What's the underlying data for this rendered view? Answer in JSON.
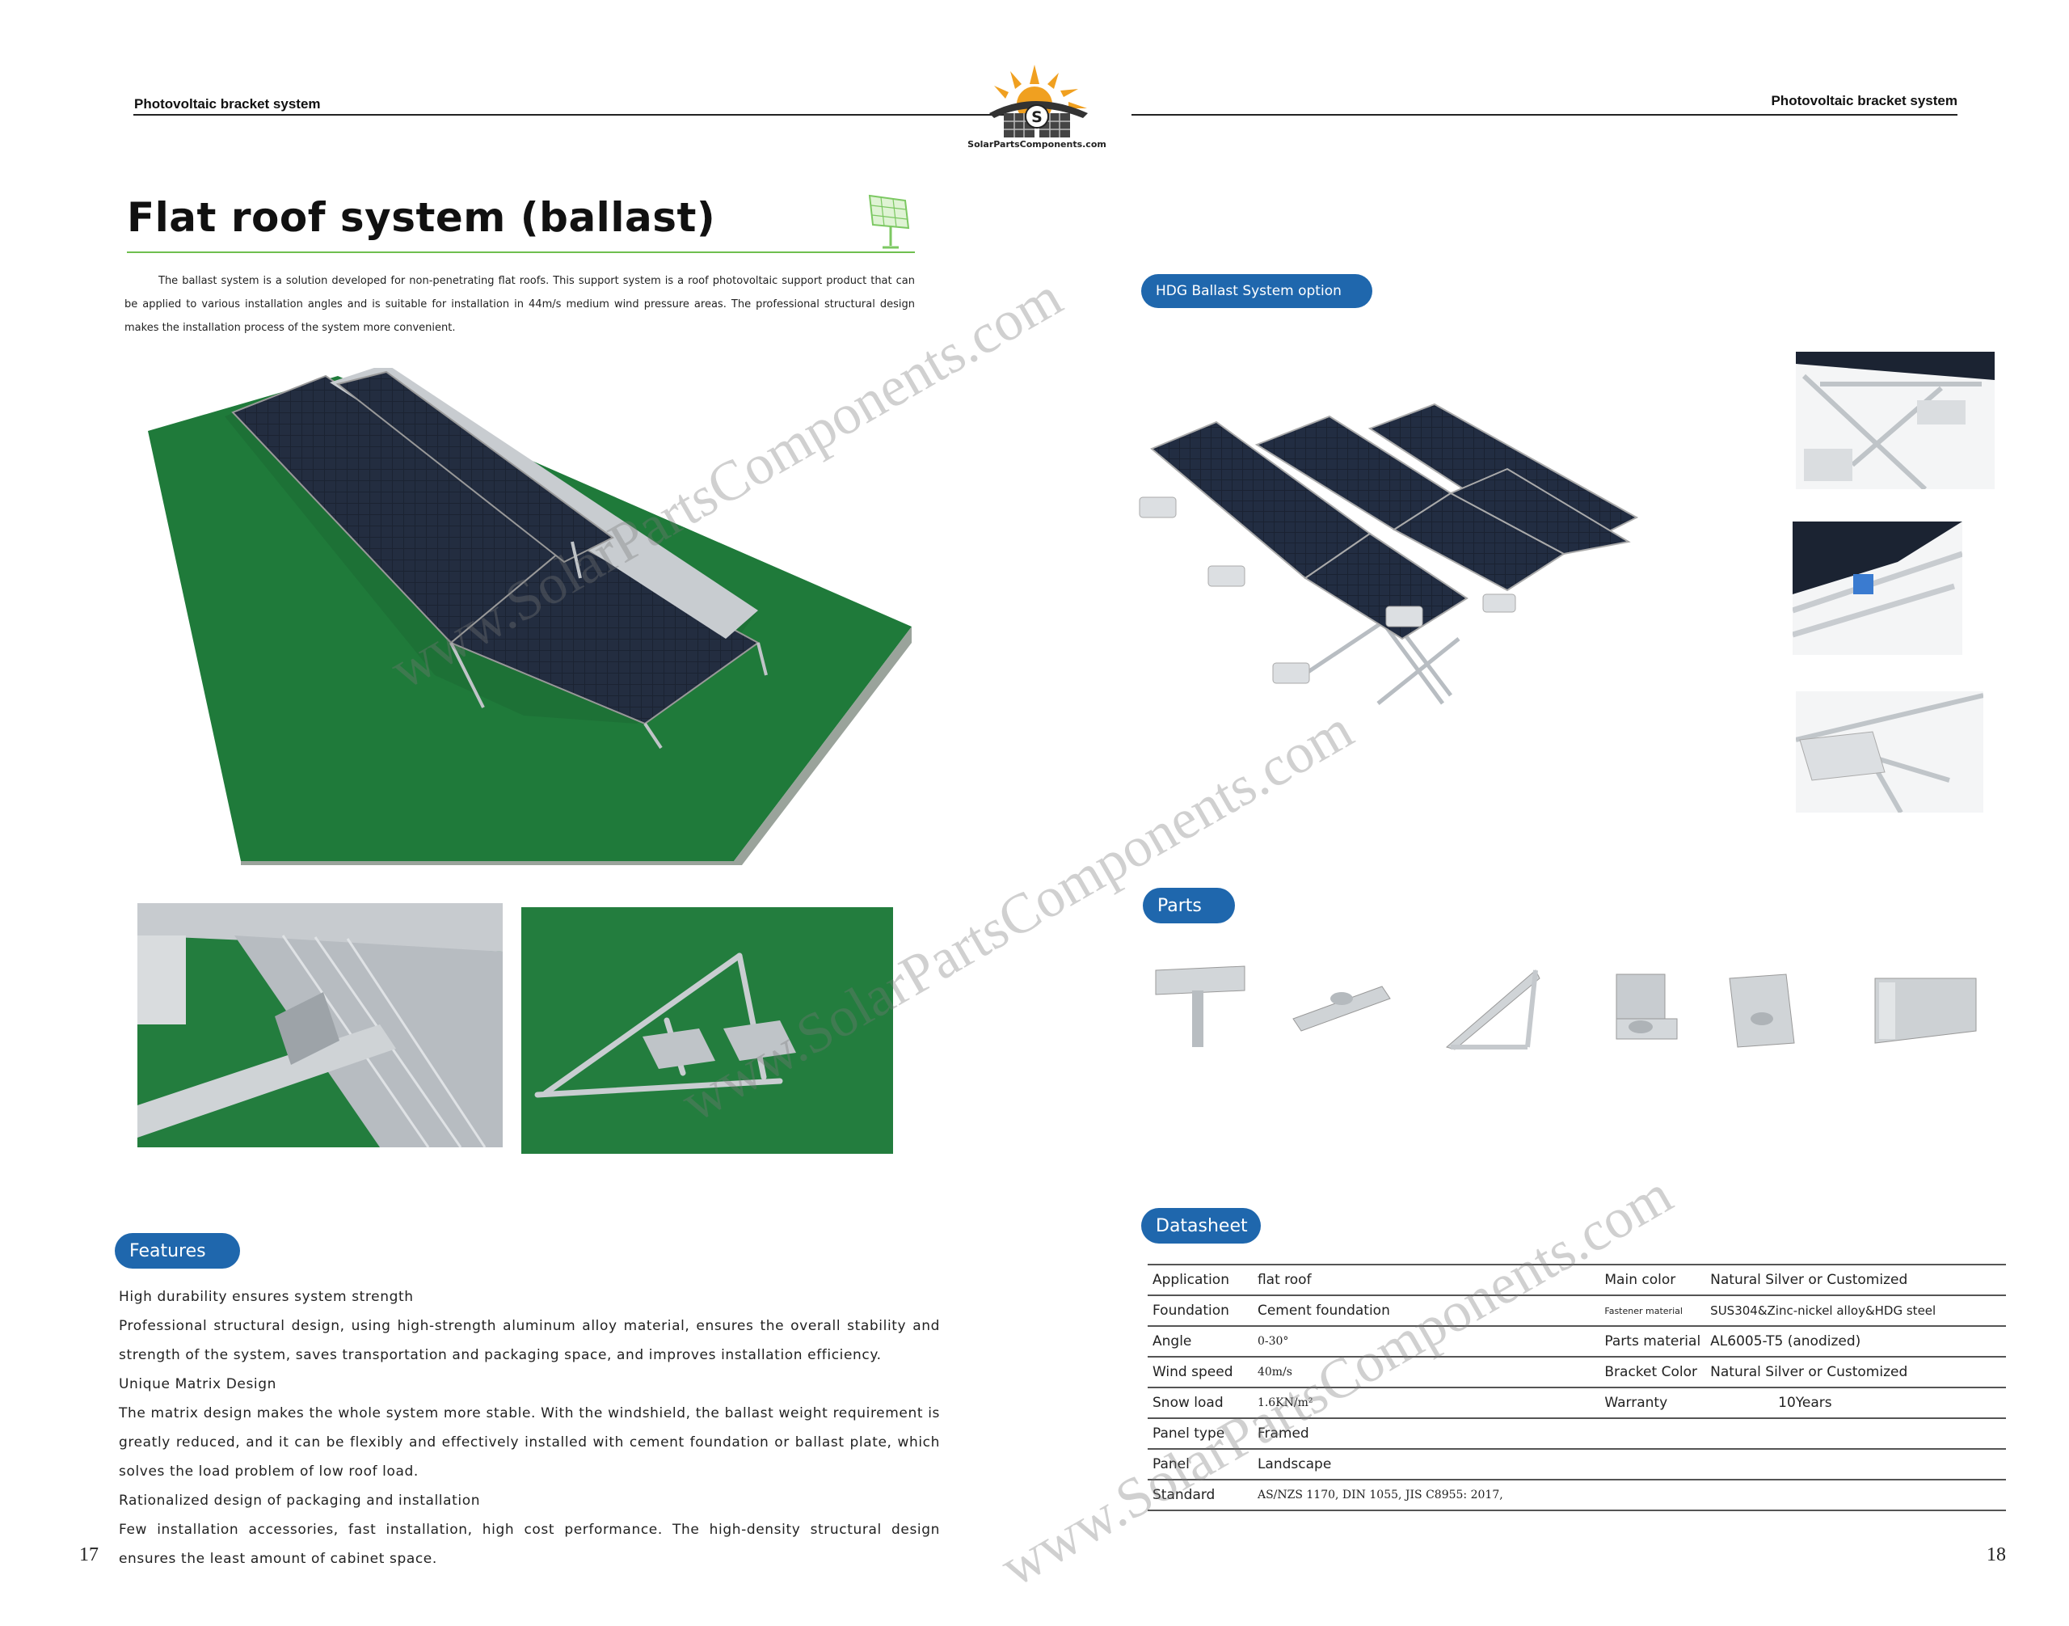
{
  "header": {
    "left_title": "Photovoltaic bracket system",
    "right_title": "Photovoltaic bracket system",
    "logo_text": "SolarPartsComponents.com",
    "logo_letter": "S"
  },
  "left_page": {
    "title": "Flat roof system (ballast)",
    "intro": "The ballast system is a solution developed for non-penetrating flat roofs. This support system is a roof photovoltaic support product that can be applied to various installation angles and is suitable for installation in 44m/s medium wind pressure areas. The professional structural design makes the installation process of the system more convenient.",
    "features_label": "Features",
    "features": [
      {
        "type": "head",
        "text": "High durability ensures system strength"
      },
      {
        "type": "body",
        "text": "Professional structural design, using high-strength aluminum alloy material, ensures the overall stability and strength of the system, saves transportation and packaging space, and improves installation efficiency."
      },
      {
        "type": "head",
        "text": "Unique Matrix Design"
      },
      {
        "type": "body",
        "text": "The matrix design makes the whole system more stable. With the windshield, the ballast weight requirement is greatly reduced, and it can be flexibly and effectively installed with cement foundation or ballast plate, which solves the load problem of low roof load."
      },
      {
        "type": "head",
        "text": "Rationalized design of packaging and installation"
      },
      {
        "type": "body",
        "text": "Few installation accessories, fast installation, high cost performance. The high-density structural design ensures the least amount of cabinet space."
      }
    ],
    "page_number": "17"
  },
  "right_page": {
    "option_label": "HDG Ballast System option",
    "parts_label": "Parts",
    "datasheet_label": "Datasheet",
    "datasheet_rows": [
      {
        "k1": "Application",
        "v1": "flat roof",
        "k2": "Main color",
        "v2": "Natural Silver or Customized"
      },
      {
        "k1": "Foundation",
        "v1": "Cement foundation",
        "k2": "Fastener material",
        "v2": "SUS304&Zinc-nickel alloy&HDG steel"
      },
      {
        "k1": "Angle",
        "v1": "0-30°",
        "k2": "Parts material",
        "v2": "AL6005-T5 (anodized)"
      },
      {
        "k1": "Wind speed",
        "v1": "40m/s",
        "k2": "Bracket Color",
        "v2": "Natural Silver or Customized"
      },
      {
        "k1": "Snow load",
        "v1": "1.6KN/m²",
        "k2": "Warranty",
        "v2": "10Years"
      },
      {
        "k1": "Panel type",
        "v1": "Framed"
      },
      {
        "k1": "Panel",
        "v1": "Landscape"
      },
      {
        "k1": "Standard",
        "v1": "AS/NZS 1170, DIN 1055, JIS C8955: 2017,"
      }
    ],
    "page_number": "18"
  },
  "watermark": "www.SolarPartsComponents.com",
  "colors": {
    "accent_blue": "#1f67ad",
    "roof_green": "#1f7a3a",
    "panel_dark": "#1a2233",
    "title_underline": "#6fbf4f",
    "logo_orange": "#f0a020"
  }
}
